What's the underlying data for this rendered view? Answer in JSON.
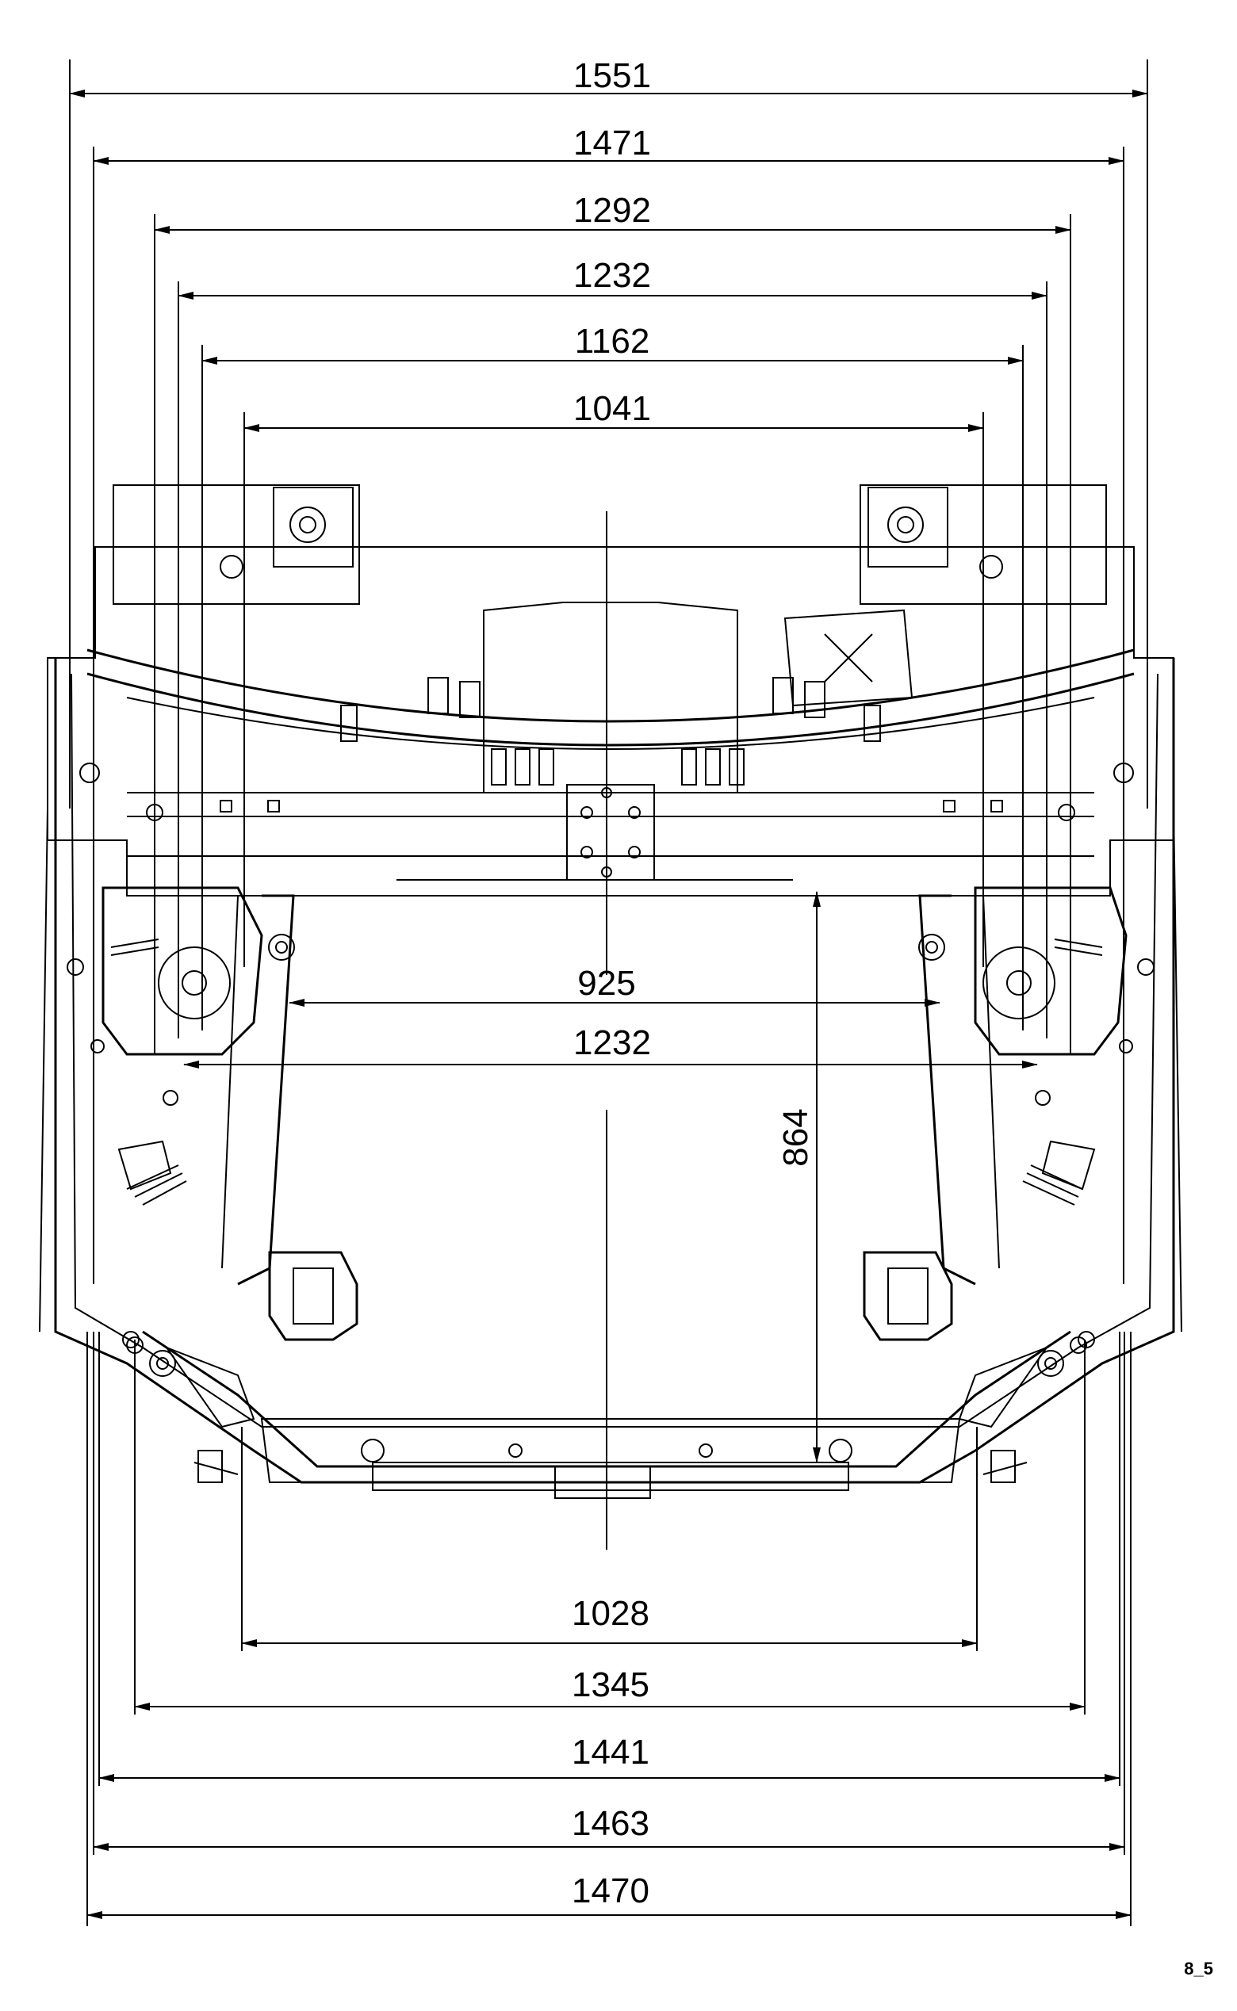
{
  "figure_label": "8_5",
  "line_color": "#000000",
  "top_dimensions": [
    {
      "id": "w1551",
      "label": "1551"
    },
    {
      "id": "w1471",
      "label": "1471"
    },
    {
      "id": "w1292",
      "label": "1292"
    },
    {
      "id": "w1232a",
      "label": "1232"
    },
    {
      "id": "w1162",
      "label": "1162"
    },
    {
      "id": "w1041",
      "label": "1041"
    }
  ],
  "middle_dimensions": [
    {
      "id": "w925",
      "label": "925"
    },
    {
      "id": "w1232b",
      "label": "1232"
    }
  ],
  "vertical_dimension": {
    "id": "h864",
    "label": "864"
  },
  "bottom_dimensions": [
    {
      "id": "w1028",
      "label": "1028"
    },
    {
      "id": "w1345",
      "label": "1345"
    },
    {
      "id": "w1441",
      "label": "1441"
    },
    {
      "id": "w1463",
      "label": "1463"
    },
    {
      "id": "w1470",
      "label": "1470"
    }
  ]
}
